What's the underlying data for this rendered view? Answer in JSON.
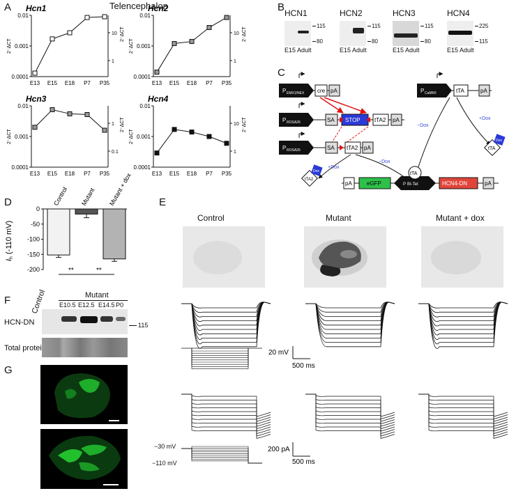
{
  "panels": {
    "A": "A",
    "B": "B",
    "C": "C",
    "D": "D",
    "E": "E",
    "F": "F",
    "G": "G"
  },
  "panelA": {
    "title": "Telencephalon",
    "ylabel": "2⁻ᐃCT",
    "chart_data": [
      {
        "type": "line",
        "title": "Hcn1",
        "categories": [
          "E13",
          "E15",
          "E18",
          "P7",
          "P35"
        ],
        "values": [
          0.00013,
          0.0017,
          0.0027,
          0.0085,
          0.009
        ],
        "ylim": [
          0.0001,
          0.01
        ],
        "yscale": "log",
        "yticks": [
          "0.01",
          "0.001",
          "0.0001"
        ],
        "rticks": [
          "10",
          "1"
        ],
        "marker": "open-square"
      },
      {
        "type": "line",
        "title": "Hcn2",
        "categories": [
          "E13",
          "E15",
          "E18",
          "P7",
          "P35"
        ],
        "values": [
          0.00014,
          0.0012,
          0.0014,
          0.004,
          0.0085
        ],
        "ylim": [
          0.0001,
          0.01
        ],
        "yscale": "log",
        "yticks": [
          "0.01",
          "0.001",
          "0.0001"
        ],
        "rticks": [
          "10",
          "1"
        ],
        "marker": "grey-square"
      },
      {
        "type": "line",
        "title": "Hcn3",
        "categories": [
          "E13",
          "E15",
          "E18",
          "P7",
          "P35"
        ],
        "values": [
          0.002,
          0.0075,
          0.0055,
          0.0052,
          0.0016
        ],
        "ylim": [
          0.0001,
          0.01
        ],
        "yscale": "log",
        "yticks": [
          "0.01",
          "0.001",
          "0.0001"
        ],
        "rticks": [
          "1",
          "0.1"
        ],
        "marker": "grey-square"
      },
      {
        "type": "line",
        "title": "Hcn4",
        "categories": [
          "E13",
          "E15",
          "E18",
          "P7",
          "P35"
        ],
        "values": [
          0.00029,
          0.0017,
          0.0014,
          0.001,
          0.0006
        ],
        "ylim": [
          0.0001,
          0.01
        ],
        "yscale": "log",
        "yticks": [
          "0.01",
          "0.001",
          "0.0001"
        ],
        "rticks": [
          "10",
          "1"
        ],
        "marker": "black-square"
      }
    ]
  },
  "panelB": {
    "blots": [
      {
        "name": "HCN1",
        "lanes": "E15 Adult",
        "markers": [
          "115",
          "80"
        ]
      },
      {
        "name": "HCN2",
        "lanes": "E15 Adult",
        "markers": [
          "115",
          "80"
        ]
      },
      {
        "name": "HCN3",
        "lanes": "E15 Adult",
        "markers": [
          "115",
          "80"
        ]
      },
      {
        "name": "HCN4",
        "lanes": "E15 Adult",
        "markers": [
          "225",
          "115"
        ]
      }
    ]
  },
  "panelC": {
    "promoter_nex": "P",
    "promoter_nex_sub": "EMX1/NEX",
    "cre": "cre",
    "pa": "pA",
    "promoter_camk": "P",
    "promoter_camk_sub": "CaMKII",
    "tta": "tTA",
    "promoter_rosa": "P",
    "promoter_rosa_sub": "ROSA26",
    "sa": "SA",
    "stop": "STOP",
    "tta2": "tTA2",
    "dox": "Dox",
    "minus_dox": "−Dox",
    "plus_dox": "+Dox",
    "egfp": "eGFP",
    "bitet": "BI-Tet",
    "bitet_prefix": "P",
    "hcn4dn": "HCN4-DN"
  },
  "panelD": {
    "ylabel_italic": "I",
    "ylabel_sub": "h",
    "ylabel_rest": " (-110 mV)",
    "significance": [
      "**",
      "**"
    ],
    "chart_data": {
      "type": "bar",
      "categories": [
        "Control",
        "Mutant",
        "Mutant + dox"
      ],
      "values": [
        -152,
        -17,
        -165
      ],
      "errors": [
        8,
        12,
        8
      ],
      "ylim": [
        -200,
        0
      ],
      "yticks": [
        "0",
        "-50",
        "-100",
        "-150",
        "-200"
      ],
      "colors": [
        "#f2f2f2",
        "#555555",
        "#b3b3b3"
      ]
    }
  },
  "panelE": {
    "columns": [
      "Control",
      "Mutant",
      "Mutant + dox"
    ],
    "scale1_v": "20 mV",
    "scale1_t": "500 ms",
    "scale2_i": "200 pA",
    "scale2_t": "500 ms",
    "v_top": "−30 mV",
    "v_bot": "−110 mV"
  },
  "panelF": {
    "control": "Control",
    "mutant": "Mutant",
    "lanes": [
      "E10.5",
      "E12.5",
      "E14.5",
      "P0"
    ],
    "row1": "HCN-DN",
    "row2": "Total protein",
    "marker": "115"
  }
}
